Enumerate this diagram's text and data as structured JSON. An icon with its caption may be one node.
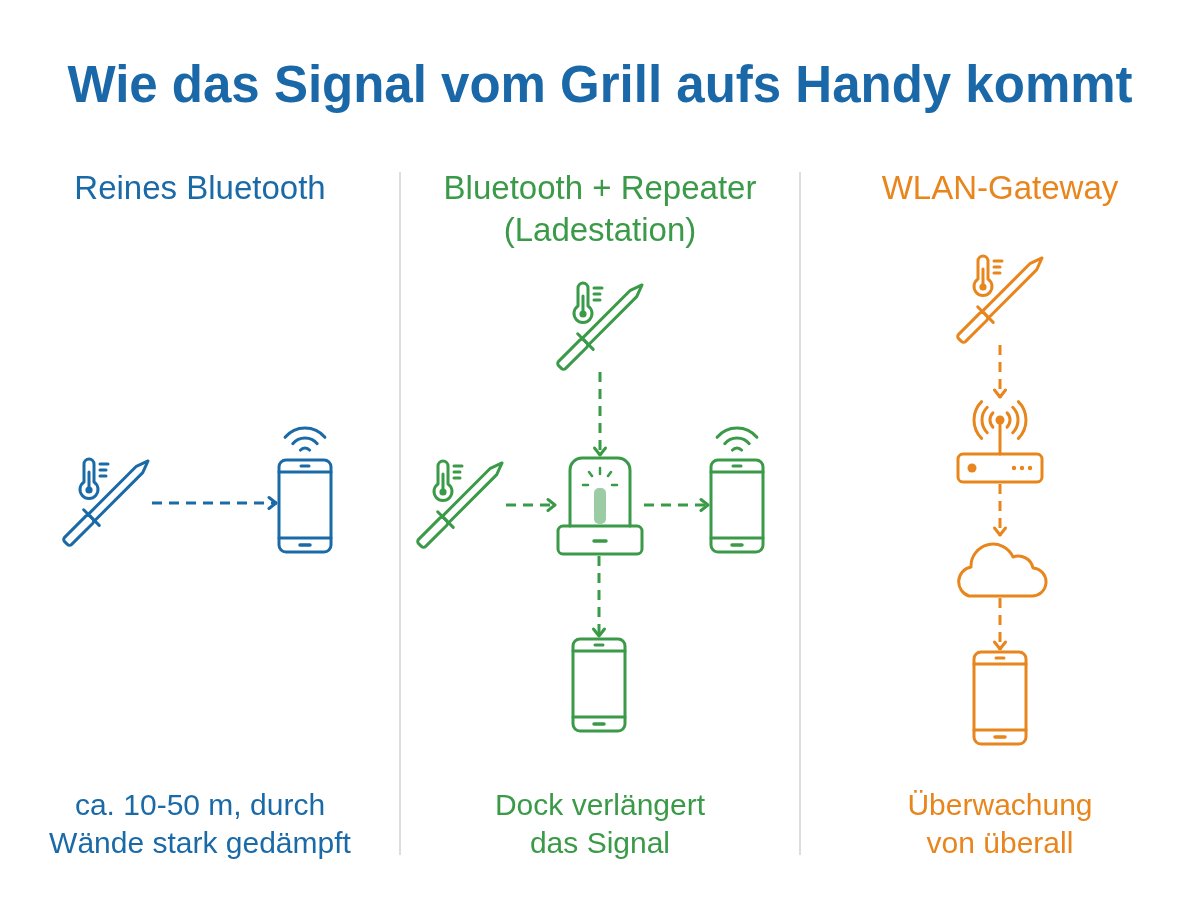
{
  "diagram": {
    "title": "Wie das Signal vom Grill aufs Handy kommt",
    "nodes": [
      {
        "text": [],
        "shape": "picture"
      },
      {
        "text": [],
        "shape": "picture"
      },
      {
        "text": [],
        "shape": "picture"
      },
      {
        "text": [],
        "shape": "picture"
      },
      {
        "text": [],
        "shape": "picture"
      },
      {
        "text": [],
        "shape": "picture"
      },
      {
        "text": [],
        "shape": "picture"
      },
      {
        "text": [],
        "shape": "picture"
      },
      {
        "text": [],
        "shape": "picture"
      },
      {
        "text": [],
        "shape": "picture"
      },
      {
        "text": [],
        "shape": "picture"
      }
    ],
    "edges": [
      {
        "from": 0,
        "to": 1,
        "arrow": "to",
        "style": "dashed",
        "color": "#1b6aa8"
      },
      {
        "from": 2,
        "to": 4,
        "arrow": "to",
        "style": "dashed"
      },
      {
        "from": 3,
        "to": 4,
        "arrow": "to",
        "style": "dashed"
      },
      {
        "from": 4,
        "to": 5,
        "arrow": "to",
        "style": "dashed"
      },
      {
        "from": 4,
        "to": 6,
        "arrow": "to",
        "style": "dashed"
      },
      {
        "from": 7,
        "to": 8,
        "arrow": "to",
        "style": "dashed",
        "color": "#e8851c"
      },
      {
        "from": 8,
        "to": 9,
        "arrow": "to",
        "style": "dashed",
        "color": "#e8851c"
      },
      {
        "from": 9,
        "to": 10,
        "arrow": "to",
        "style": "dashed",
        "color": "#e8851c"
      }
    ],
    "labels": [
      "Reines Bluetooth",
      "Bluetooth + Repeater (Ladestation)",
      "WLAN-Gateway",
      "ca. 10-50 m, durch Wände stark gedämpft",
      "Dock verlängert das Signal",
      "Überwachung von überall"
    ]
  }
}
